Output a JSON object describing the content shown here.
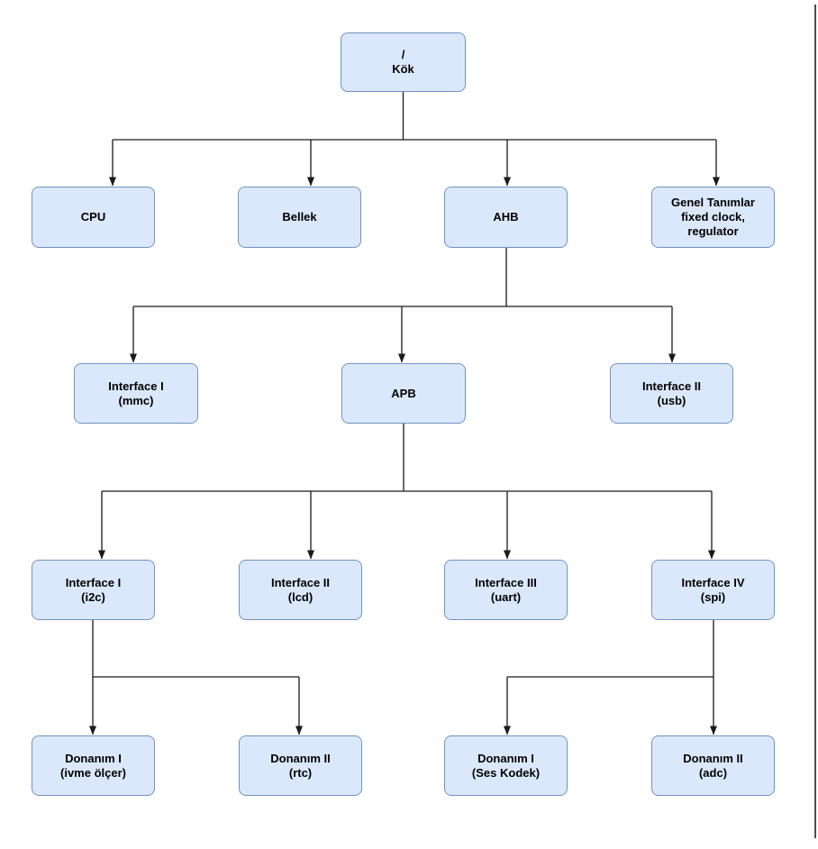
{
  "diagram": {
    "colors": {
      "node_fill": "#dbe8fc",
      "node_border": "#6f93c4",
      "connector": "#1a1a1a",
      "background": "#ffffff"
    },
    "nodes": [
      {
        "id": "root",
        "lines": [
          "/",
          "Kök"
        ]
      },
      {
        "id": "cpu",
        "lines": [
          "CPU"
        ]
      },
      {
        "id": "bellek",
        "lines": [
          "Bellek"
        ]
      },
      {
        "id": "ahb",
        "lines": [
          "AHB"
        ]
      },
      {
        "id": "genel",
        "lines": [
          "Genel Tanımlar",
          "fixed clock,",
          "regulator"
        ]
      },
      {
        "id": "mmc",
        "lines": [
          "Interface I",
          "(mmc)"
        ]
      },
      {
        "id": "apb",
        "lines": [
          "APB"
        ]
      },
      {
        "id": "usb",
        "lines": [
          "Interface II",
          "(usb)"
        ]
      },
      {
        "id": "i2c",
        "lines": [
          "Interface I",
          "(i2c)"
        ]
      },
      {
        "id": "lcd",
        "lines": [
          "Interface II",
          "(lcd)"
        ]
      },
      {
        "id": "uart",
        "lines": [
          "Interface III",
          "(uart)"
        ]
      },
      {
        "id": "spi",
        "lines": [
          "Interface IV",
          "(spi)"
        ]
      },
      {
        "id": "ivme",
        "lines": [
          "Donanım I",
          "(ivme ölçer)"
        ]
      },
      {
        "id": "rtc",
        "lines": [
          "Donanım II",
          "(rtc)"
        ]
      },
      {
        "id": "ses",
        "lines": [
          "Donanım I",
          "(Ses Kodek)"
        ]
      },
      {
        "id": "adc",
        "lines": [
          "Donanım II",
          "(adc)"
        ]
      }
    ],
    "edges": [
      {
        "from": "root",
        "to": "cpu"
      },
      {
        "from": "root",
        "to": "bellek"
      },
      {
        "from": "root",
        "to": "ahb"
      },
      {
        "from": "root",
        "to": "genel"
      },
      {
        "from": "ahb",
        "to": "mmc"
      },
      {
        "from": "ahb",
        "to": "apb"
      },
      {
        "from": "ahb",
        "to": "usb"
      },
      {
        "from": "apb",
        "to": "i2c"
      },
      {
        "from": "apb",
        "to": "lcd"
      },
      {
        "from": "apb",
        "to": "uart"
      },
      {
        "from": "apb",
        "to": "spi"
      },
      {
        "from": "i2c",
        "to": "ivme"
      },
      {
        "from": "i2c",
        "to": "rtc"
      },
      {
        "from": "spi",
        "to": "ses"
      },
      {
        "from": "spi",
        "to": "adc"
      }
    ]
  }
}
